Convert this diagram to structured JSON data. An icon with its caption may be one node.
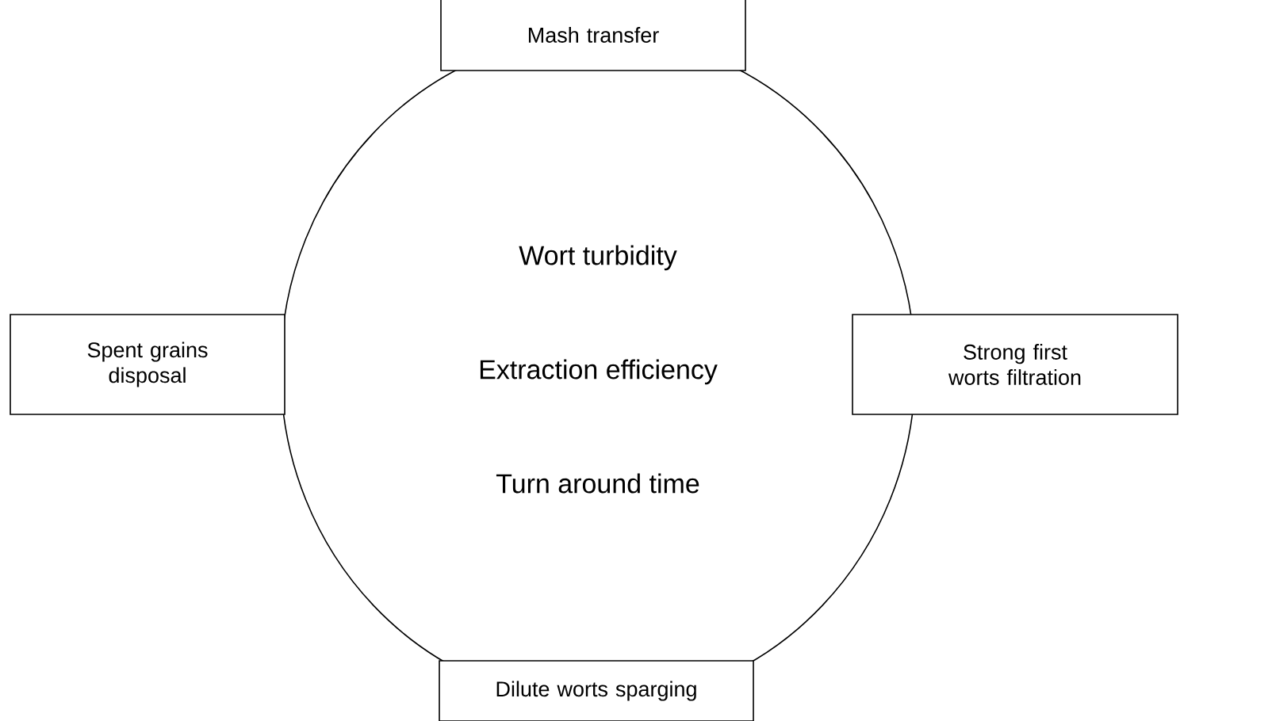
{
  "diagram": {
    "nodes": [
      {
        "text": [
          "Wort turbidity",
          "Extraction efficiency",
          "Turn around time"
        ]
      },
      {
        "text": [
          "Mash transfer"
        ]
      },
      {
        "text": [
          "Strong first worts filtration"
        ]
      },
      {
        "text": [
          "Dilute worts sparging"
        ]
      },
      {
        "text": [
          "Spent grains disposal"
        ]
      }
    ]
  }
}
